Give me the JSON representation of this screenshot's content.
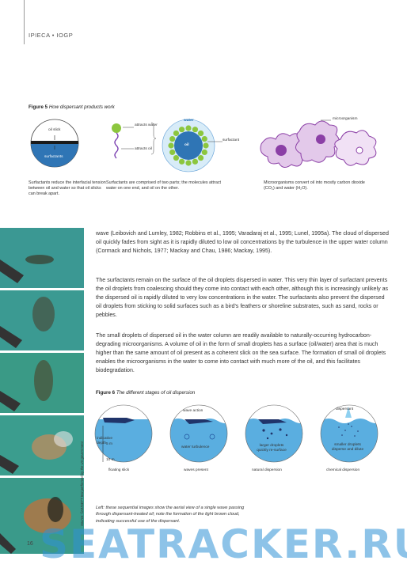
{
  "header": {
    "text": "IPIECA • IOGP"
  },
  "figure5": {
    "label": "Figure 5",
    "title": "How dispersant products work",
    "panel1": {
      "oil_slick": "oil slick",
      "surfactants": "surfactants",
      "caption": "Surfactants reduce the interfacial tension between oil and water so that oil slicks can break apart."
    },
    "panel2": {
      "attracts_water": "attracts water",
      "attracts_oil": "attracts oil",
      "water": "water",
      "oil": "oil",
      "surfactant": "surfactant",
      "caption": "Surfactants are comprised of two parts; the molecules attract water on one end, and oil on the other."
    },
    "panel3": {
      "microorganism": "microorganism",
      "caption": "Microorganisms convert oil into mostly carbon dioxide (CO₂) and water (H₂O)."
    }
  },
  "body": {
    "p1": "wave (Leibovich and Lumley, 1982; Robbins et al., 1995; Varadaraj et al., 1995; Lunel, 1995a). The cloud of dispersed oil quickly fades from sight as it is rapidly diluted to low oil concentrations by the turbulence in the upper water column (Cormack and Nichols, 1977; Mackay and Chau, 1986; Mackay, 1995).",
    "p2": "The surfactants remain on the surface of the oil droplets dispersed in water. This very thin layer of surfactant prevents the oil droplets from coalescing should they come into contact with each other, although this is increasingly unlikely as the dispersed oil is rapidly diluted to very low concentrations in the water. The surfactants also prevent the dispersed oil droplets from sticking to solid surfaces such as a bird's feathers or shoreline substrates, such as sand, rocks or pebbles.",
    "p3": "The small droplets of dispersed oil in the water column are readily available to naturally-occurring hydrocarbon-degrading microorganisms. A volume of oil in the form of small droplets has a surface (oil/water) area that is much higher than the same amount of oil present as a coherent slick on the sea surface. The formation of small oil droplets enables the microorganisms in the water to come into contact with much more of the oil, and this facilitates biodegradation."
  },
  "figure6": {
    "label": "Figure 6",
    "title": "The different stages of oil dispersion",
    "stages": [
      {
        "caption": "floating slick",
        "notes": [
          "indicative depth",
          "5 m",
          "10 m"
        ]
      },
      {
        "caption": "waves present",
        "notes": [
          "wave action",
          "water turbulence"
        ]
      },
      {
        "caption": "natural dispersion",
        "notes": [
          "larger droplets quickly re-surface"
        ]
      },
      {
        "caption": "chemical dispersion",
        "notes": [
          "dispersant",
          "smaller droplets disperse and dilute"
        ]
      }
    ]
  },
  "photos": {
    "credit": "Source: ©AMSETT test performed by the US government.",
    "caption": "Left: these sequential images show the aerial view of a single wave passing through dispersant-treated oil; note the formation of the light brown cloud, indicating successful use of the dispersant."
  },
  "page_number": "16",
  "watermark": "SEATRACKER.RU",
  "colors": {
    "sea": "#2a8b8d",
    "diagram_blue": "#1f6fb3",
    "oil_purple": "#a040b0",
    "green": "#8cc63e"
  }
}
